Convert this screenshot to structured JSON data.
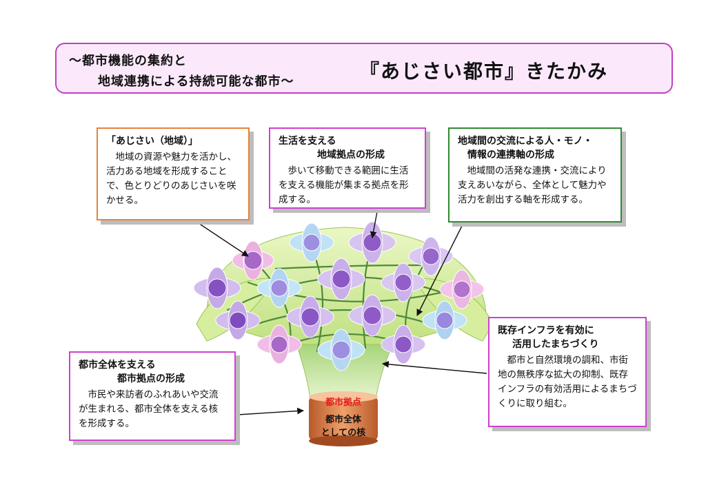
{
  "banner": {
    "subtitle_line1": "～都市機能の集約と",
    "subtitle_line2": "地域連携による持続可能な都市～",
    "main_title": "『あじさい都市』きたかみ"
  },
  "boxes": {
    "region": {
      "heading": "「あじさい（地域）」",
      "body": "地域の資源や魅力を活かし、活力ある地域を形成することで、色とりどりのあじさいを咲かせる。"
    },
    "local_hub": {
      "heading1": "生活を支える",
      "heading2": "地域拠点の形成",
      "body": "歩いて移動できる範囲に生活を支える機能が集まる拠点を形成する。"
    },
    "links": {
      "heading1": "地域間の交流による人・モノ・",
      "heading2": "情報の連携軸の形成",
      "body": "地域間の活発な連携・交流により支えあいながら、全体として魅力や活力を創出する軸を形成する。"
    },
    "infra": {
      "heading1": "既存インフラを有効に",
      "heading2": "活用したまちづくり",
      "body": "都市と自然環境の調和、市街地の無秩序な拡大の抑制、既存インフラの有効活用によるまちづくりに取り組む。"
    },
    "city_hub": {
      "heading1": "都市全体を支える",
      "heading2": "都市拠点の形成",
      "body": "市民や来訪者のふれあいや交流が生まれる、都市全体を支える核を形成する。"
    }
  },
  "trunk": {
    "label_red": "都市拠点",
    "label_line1": "都市全体",
    "label_line2": "としての核"
  },
  "colors": {
    "banner_border": "#c23fbf",
    "banner_fill": "#fbe9fb",
    "region_border": "#e8823a",
    "magenta_border": "#cf3fd0",
    "green_border": "#2f8a2f",
    "accent_red": "#e41a1a"
  }
}
